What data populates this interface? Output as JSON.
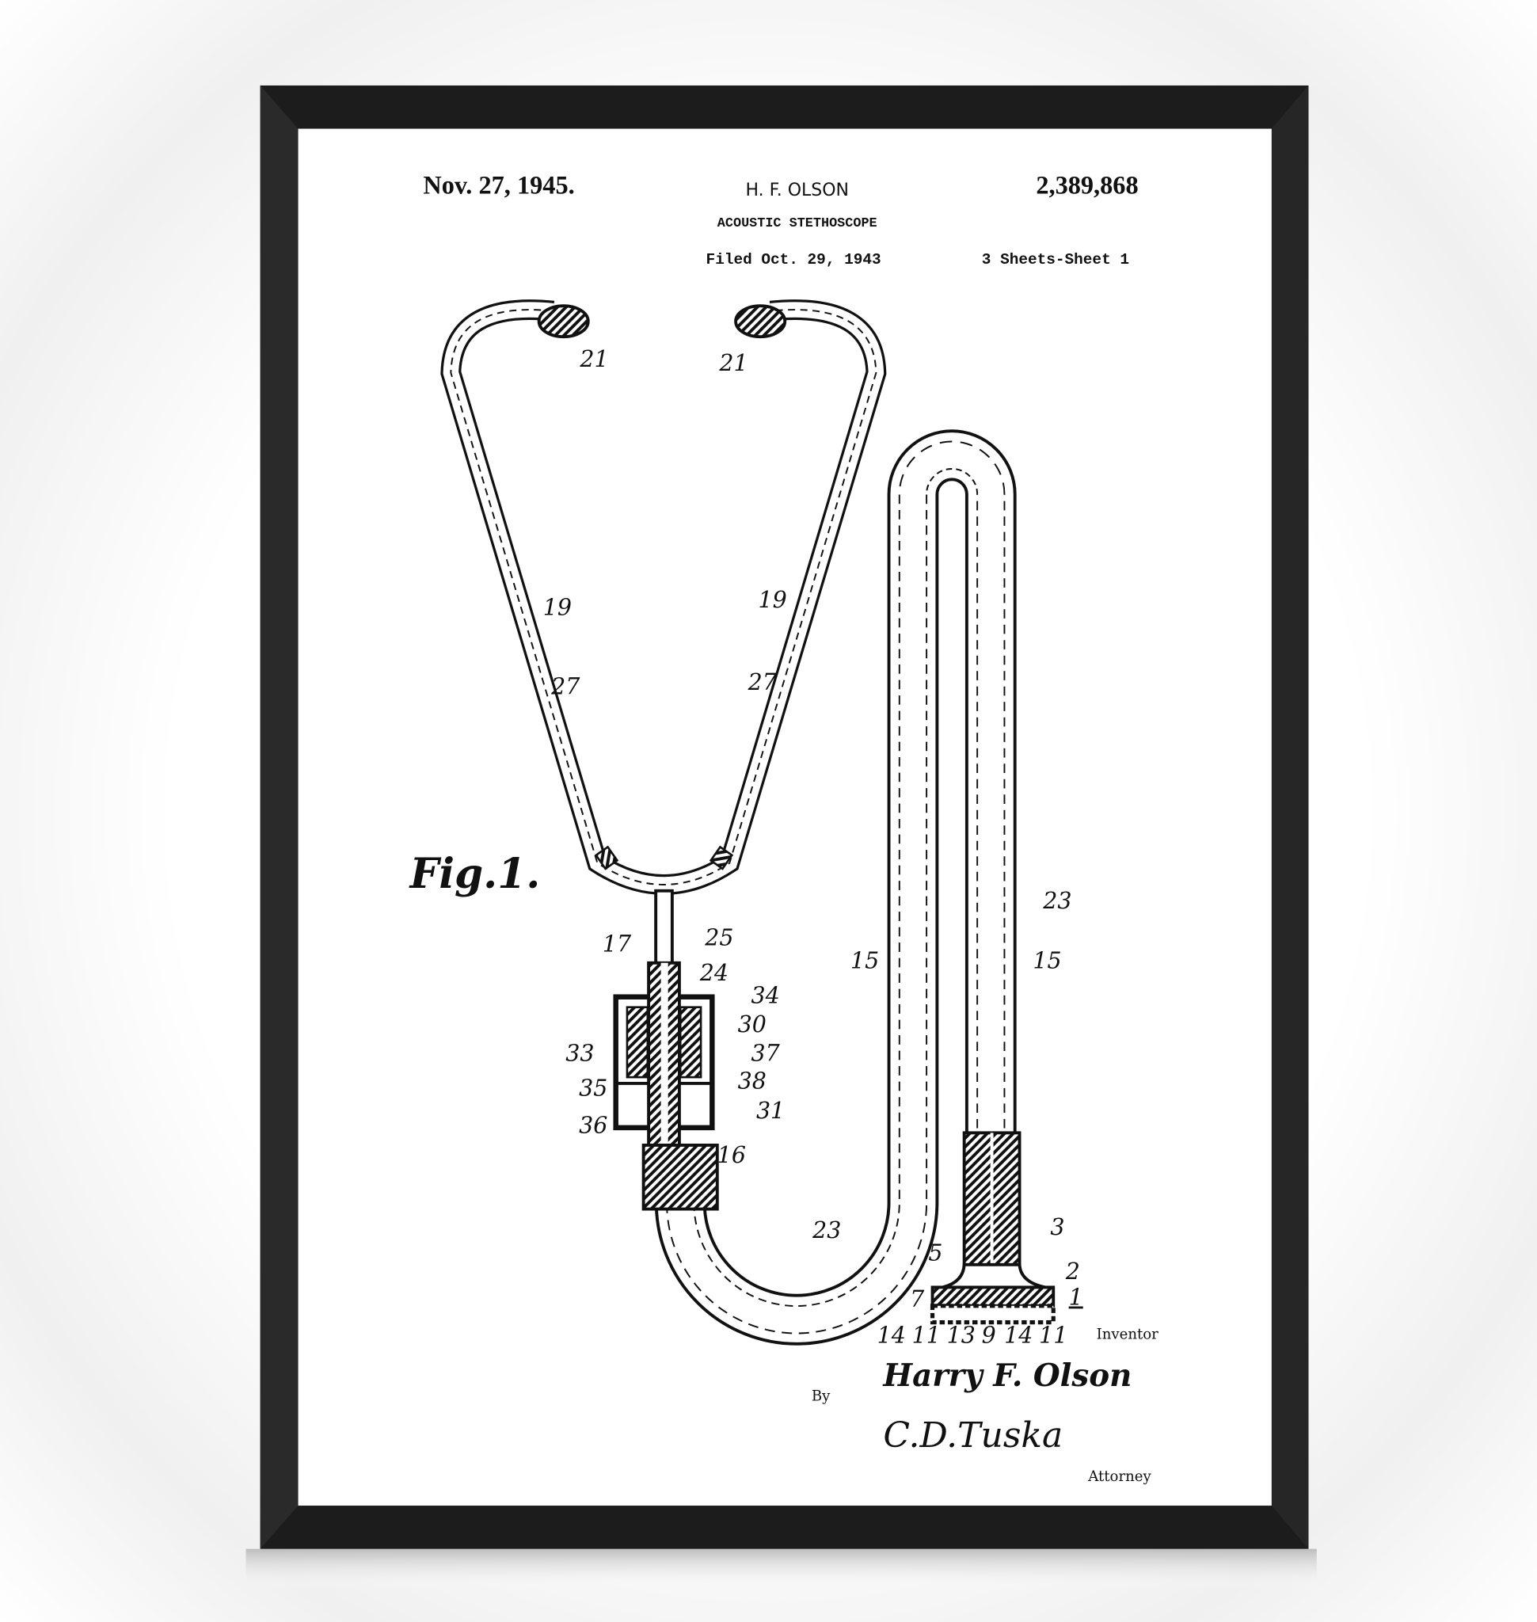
{
  "header": {
    "date": "Nov. 27, 1945.",
    "inventor_name": "H. F. OLSON",
    "patent_number": "2,389,868",
    "title": "ACOUSTIC STETHOSCOPE",
    "filed": "Filed Oct. 29, 1943",
    "sheets": "3 Sheets-Sheet 1"
  },
  "drawing": {
    "figure_label": "Fig.1.",
    "labels": [
      "21",
      "21",
      "19",
      "19",
      "27",
      "27",
      "17",
      "25",
      "24",
      "34",
      "30",
      "37",
      "33",
      "35",
      "38",
      "31",
      "36",
      "16",
      "15",
      "15",
      "23",
      "23",
      "3",
      "5",
      "2",
      "1",
      "7",
      "14",
      "11",
      "13",
      "9",
      "14",
      "11"
    ]
  },
  "footer": {
    "inventor_caption": "Inventor",
    "inventor_signature": "Harry F. Olson",
    "by": "By",
    "attorney_signature": "C.D.Tuska",
    "attorney_caption": "Attorney"
  },
  "colors": {
    "frame": "#1c1c1c",
    "paper": "#ffffff",
    "ink": "#111111"
  }
}
